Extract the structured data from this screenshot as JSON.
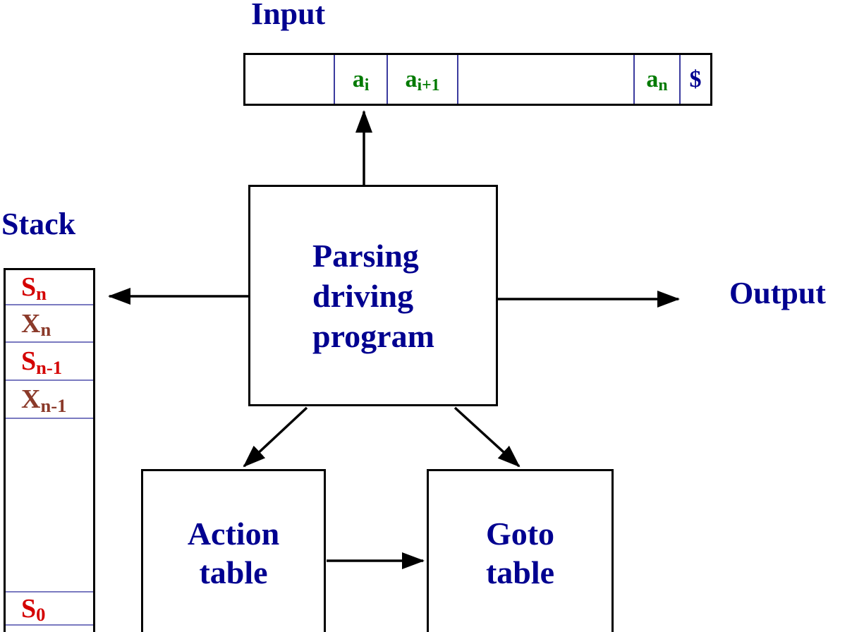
{
  "title_labels": {
    "input": "Input",
    "stack": "Stack",
    "output": "Output"
  },
  "input_buffer": {
    "cells": [
      {
        "base": "",
        "sub": ""
      },
      {
        "base": "a",
        "sub": "i"
      },
      {
        "base": "a",
        "sub": "i+1"
      },
      {
        "base": "",
        "sub": ""
      },
      {
        "base": "a",
        "sub": "n"
      },
      {
        "base": "$",
        "sub": ""
      }
    ]
  },
  "parser_box": {
    "lines": [
      "Parsing",
      "driving",
      "program"
    ]
  },
  "stack": {
    "items": [
      {
        "base": "S",
        "sub": "n"
      },
      {
        "base": "X",
        "sub": "n"
      },
      {
        "base": "S",
        "sub": "n-1"
      },
      {
        "base": "X",
        "sub": "n-1"
      },
      {
        "base": "",
        "sub": ""
      },
      {
        "base": "S",
        "sub": "0"
      }
    ]
  },
  "action_table": {
    "lines": [
      "Action",
      "table"
    ]
  },
  "goto_table": {
    "lines": [
      "Goto",
      "table"
    ]
  },
  "colors": {
    "label_navy": "#000090",
    "terminal_green": "#007a00",
    "state_red": "#d40000",
    "grammar_symbol_brown": "#8b3a2a",
    "input_divider_blue": "#3b3b9e",
    "stack_divider_blue": "#7a7ac0",
    "box_border_black": "#000000"
  }
}
